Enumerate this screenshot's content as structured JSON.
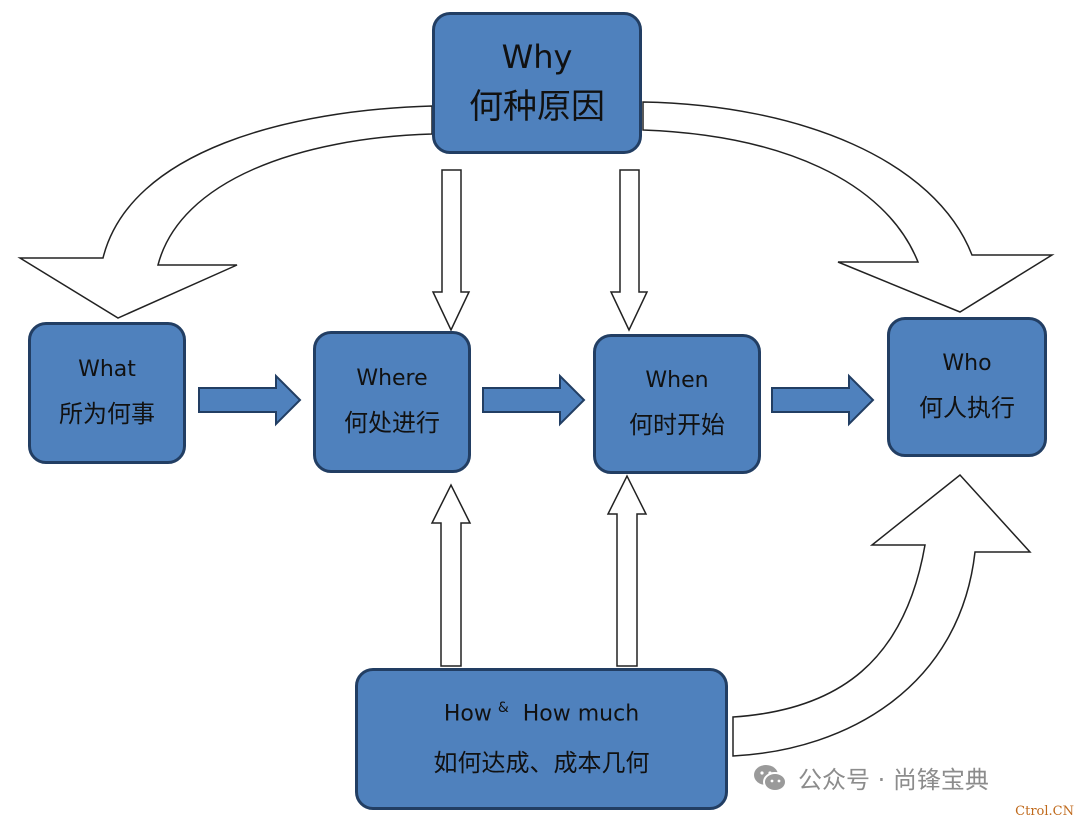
{
  "diagram": {
    "why": {
      "en": "Why",
      "zh": "何种原因"
    },
    "what": {
      "en": "What",
      "zh": "所为何事"
    },
    "where": {
      "en": "Where",
      "zh": "何处进行"
    },
    "when": {
      "en": "When",
      "zh": "何时开始"
    },
    "who": {
      "en": "Who",
      "zh": "何人执行"
    },
    "how": {
      "en_a": "How",
      "amp": "&",
      "en_b": "How much",
      "zh": "如何达成、成本几何"
    }
  },
  "watermark": {
    "text": "公众号 · 尚锋宝典",
    "icon": "wechat-icon",
    "site": "Ctrol.CN"
  },
  "colors": {
    "box_fill": "#4f81bd",
    "box_border": "#223e63",
    "arrow_fill": "#4f81bd",
    "outline_arrow_fill": "#ffffff",
    "outline_arrow_stroke": "#222222"
  }
}
